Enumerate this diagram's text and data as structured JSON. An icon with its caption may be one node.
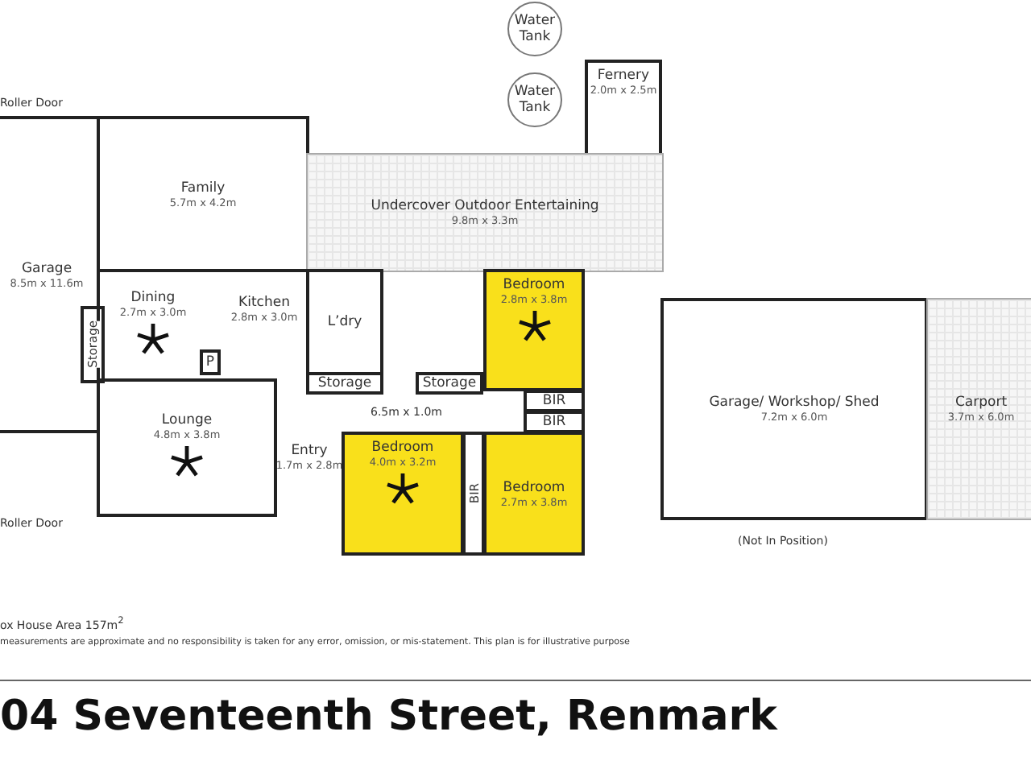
{
  "diagram": {
    "title": "04 Seventeenth Street, Renmark",
    "nodes": [
      {
        "text": [
          "Water Tank"
        ]
      },
      {
        "text": [
          "Water Tank"
        ]
      },
      {
        "text": [
          "Fernery",
          "2.0m x 2.5m"
        ]
      },
      {
        "text": [
          "Family",
          "5.7m x 4.2m"
        ]
      },
      {
        "text": [
          "Undercover Outdoor Entertaining",
          "9.8m x 3.3m"
        ]
      },
      {
        "text": [
          "Garage",
          "8.5m x 11.6m"
        ]
      },
      {
        "text": [
          "Dining",
          "2.7m x 3.0m"
        ]
      },
      {
        "text": [
          "Kitchen",
          "2.8m x 3.0m"
        ]
      },
      {
        "text": [
          "L’dry"
        ]
      },
      {
        "text": [
          "Bedroom",
          "2.8m x 3.8m"
        ]
      },
      {
        "text": [
          "Storage"
        ]
      },
      {
        "text": [
          "P"
        ]
      },
      {
        "text": [
          "Storage"
        ]
      },
      {
        "text": [
          "Storage"
        ]
      },
      {
        "text": [
          "BIR"
        ]
      },
      {
        "text": [
          "BIR"
        ]
      },
      {
        "text": [
          "Garage/ Workshop/ Shed",
          "7.2m x 6.0m"
        ]
      },
      {
        "text": [
          "Carport",
          "3.7m x 6.0m"
        ]
      },
      {
        "text": [
          "Lounge",
          "4.8m x 3.8m"
        ]
      },
      {
        "text": [
          "Entry",
          "1.7m x 2.8m"
        ]
      },
      {
        "text": [
          "Bedroom",
          "4.0m x 3.2m"
        ]
      },
      {
        "text": [
          "BIR"
        ]
      },
      {
        "text": [
          "Bedroom",
          "2.7m x 3.8m"
        ]
      }
    ],
    "labels": [
      "Roller Door",
      "Roller Door",
      "6.5m x 1.0m",
      "(Not In Position)",
      "ox House Area 157m$^{2}$",
      "measurements are approximate and no responsibility is taken for any error, omission, or mis-statement. This plan is for illustrative purpose"
    ]
  }
}
